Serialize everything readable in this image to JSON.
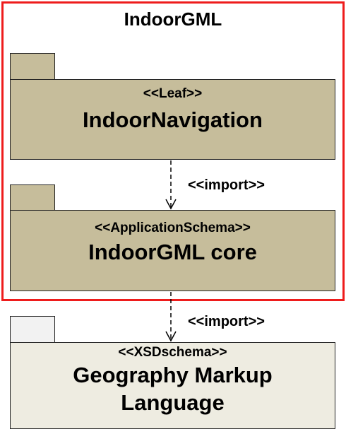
{
  "frame": {
    "title": "IndoorGML",
    "border_color": "#ee1c1c"
  },
  "packages": [
    {
      "id": "indoor-navigation",
      "stereotype": "<<Leaf>>",
      "name": "IndoorNavigation",
      "color": "#c6bd9b"
    },
    {
      "id": "indoorgml-core",
      "stereotype": "<<ApplicationSchema>>",
      "name": "IndoorGML core",
      "color": "#c6bd9b"
    },
    {
      "id": "gml",
      "stereotype": "<<XSDschema>>",
      "name_lines": [
        "Geography Markup",
        "Language"
      ],
      "color": "#eeece1"
    }
  ],
  "dependencies": [
    {
      "from": "indoor-navigation",
      "to": "indoorgml-core",
      "label": "<<import>>"
    },
    {
      "from": "indoorgml-core",
      "to": "gml",
      "label": "<<import>>"
    }
  ]
}
